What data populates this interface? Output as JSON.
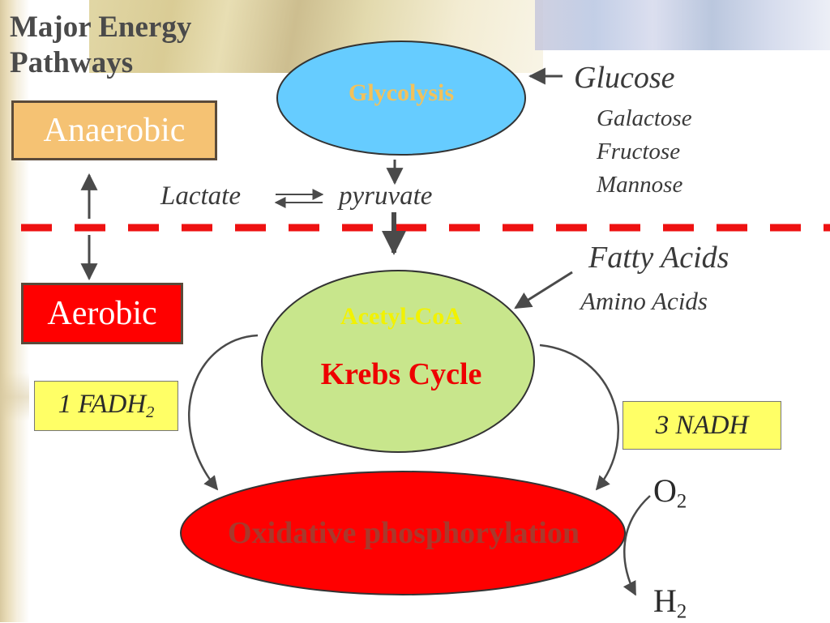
{
  "title_line1": "Major Energy",
  "title_line2": "Pathways",
  "anaerobic": "Anaerobic",
  "aerobic": "Aerobic",
  "glycolysis": "Glycolysis",
  "glucose": "Glucose",
  "sugars": [
    "Galactose",
    "Fructose",
    "Mannose"
  ],
  "lactate": "Lactate",
  "pyruvate": "pyruvate",
  "fatty_acids": "Fatty Acids",
  "amino_acids": "Amino Acids",
  "acetyl_coa": "Acetyl-CoA",
  "krebs": "Krebs Cycle",
  "fadh_main": "1 FADH",
  "fadh_sub": "2",
  "nadh": "3 NADH",
  "oxphos": "Oxidative phosphorylation",
  "o2_main": "O",
  "o2_sub": "2",
  "h2_main": "H",
  "h2_sub": "2",
  "colors": {
    "glycolysis_fill": "#66ccff",
    "krebs_fill": "#c8e68c",
    "oxphos_fill": "#ff0000",
    "anaerobic_fill": "#f5c273",
    "aerobic_fill": "#ff0000",
    "yield_box_fill": "#ffff66",
    "divider": "#ee1111"
  }
}
